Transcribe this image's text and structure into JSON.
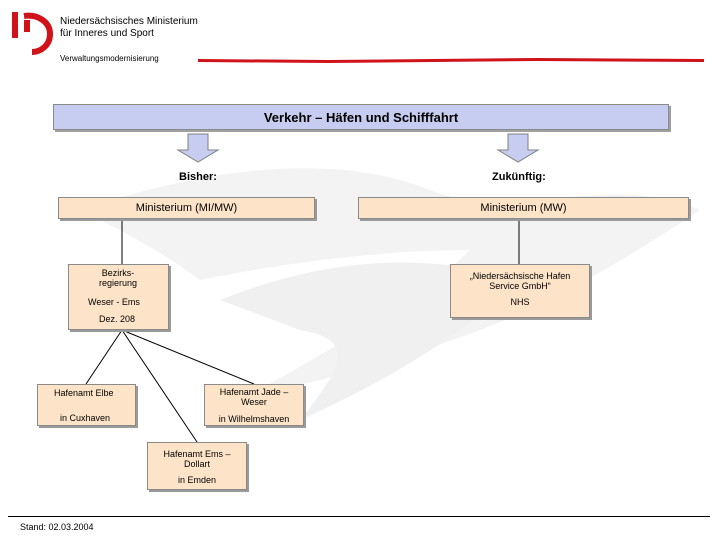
{
  "header": {
    "ministry_line1": "Niedersächsisches Ministerium",
    "ministry_line2": "für Inneres und Sport",
    "department": "Verwaltungsmodernisierung",
    "accent_color": "#d0131a"
  },
  "title": "Verkehr – Häfen und Schifffahrt",
  "left": {
    "label": "Bisher:",
    "ministry": "Ministerium (MI/MW)",
    "bezirk": {
      "line1": "Bezirks-",
      "line2": "regierung",
      "line3": "Weser - Ems",
      "line4": "Dez. 208"
    },
    "hafen_elbe": {
      "line1": "Hafenamt Elbe",
      "line2": "in Cuxhaven"
    },
    "hafen_jade": {
      "line1": "Hafenamt Jade –",
      "line2": "Weser",
      "line3": "in Wilhelmshaven"
    },
    "hafen_ems": {
      "line1": "Hafenamt Ems –",
      "line2": "Dollart",
      "line3": "in Emden"
    }
  },
  "right": {
    "label": "Zukünftig:",
    "ministry": "Ministerium (MW)",
    "nhs": {
      "line1": "„Niedersächsische Hafen",
      "line2": "Service GmbH“",
      "line3": "NHS"
    }
  },
  "footer": {
    "stand": "Stand: 02.03.2004"
  },
  "colors": {
    "title_fill": "#c7cdf0",
    "box_fill": "#fde4c8",
    "arrow_fill": "#c7cdf0"
  }
}
